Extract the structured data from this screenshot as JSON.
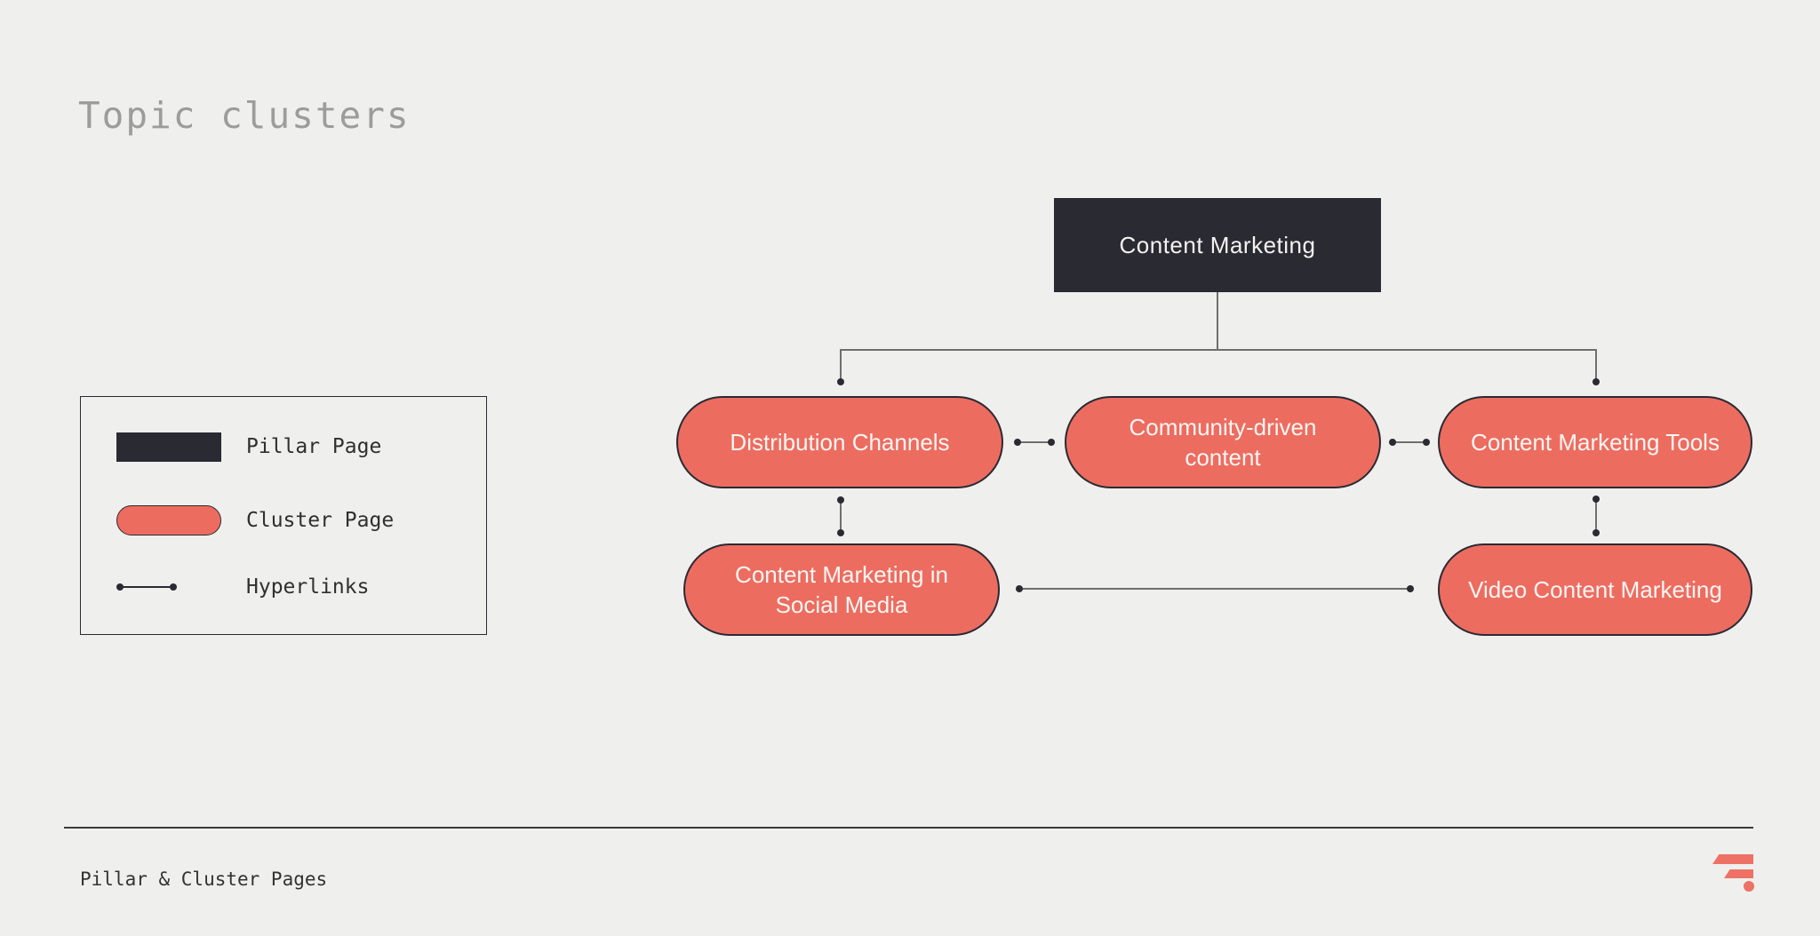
{
  "slide": {
    "title": "Topic clusters",
    "footer": "Pillar & Cluster Pages"
  },
  "legend": {
    "items": [
      {
        "icon": "pillar-swatch",
        "label": "Pillar Page"
      },
      {
        "icon": "cluster-swatch",
        "label": "Cluster Page"
      },
      {
        "icon": "hyperlink-swatch",
        "label": "Hyperlinks"
      }
    ]
  },
  "diagram": {
    "pillar_node": {
      "label": "Content Marketing"
    },
    "cluster_nodes": [
      {
        "label": "Distribution Channels"
      },
      {
        "label": "Community-driven content"
      },
      {
        "label": "Content Marketing Tools"
      },
      {
        "label": "Content Marketing in Social Media"
      },
      {
        "label": "Video Content Marketing"
      }
    ],
    "links": [
      "pillar to Distribution Channels",
      "pillar to Content Marketing Tools",
      "Distribution Channels to Community-driven content",
      "Community-driven content to Content Marketing Tools",
      "Distribution Channels to Content Marketing in Social Media",
      "Content Marketing Tools to Video Content Marketing",
      "Content Marketing in Social Media to Video Content Marketing"
    ]
  },
  "colors": {
    "background": "#efefed",
    "accent_coral": "#ed6c60",
    "dark": "#2a2a33",
    "title_gray": "#9c9c9c",
    "line_gray": "#6e6e6e",
    "logo_coral": "#ee7165"
  }
}
